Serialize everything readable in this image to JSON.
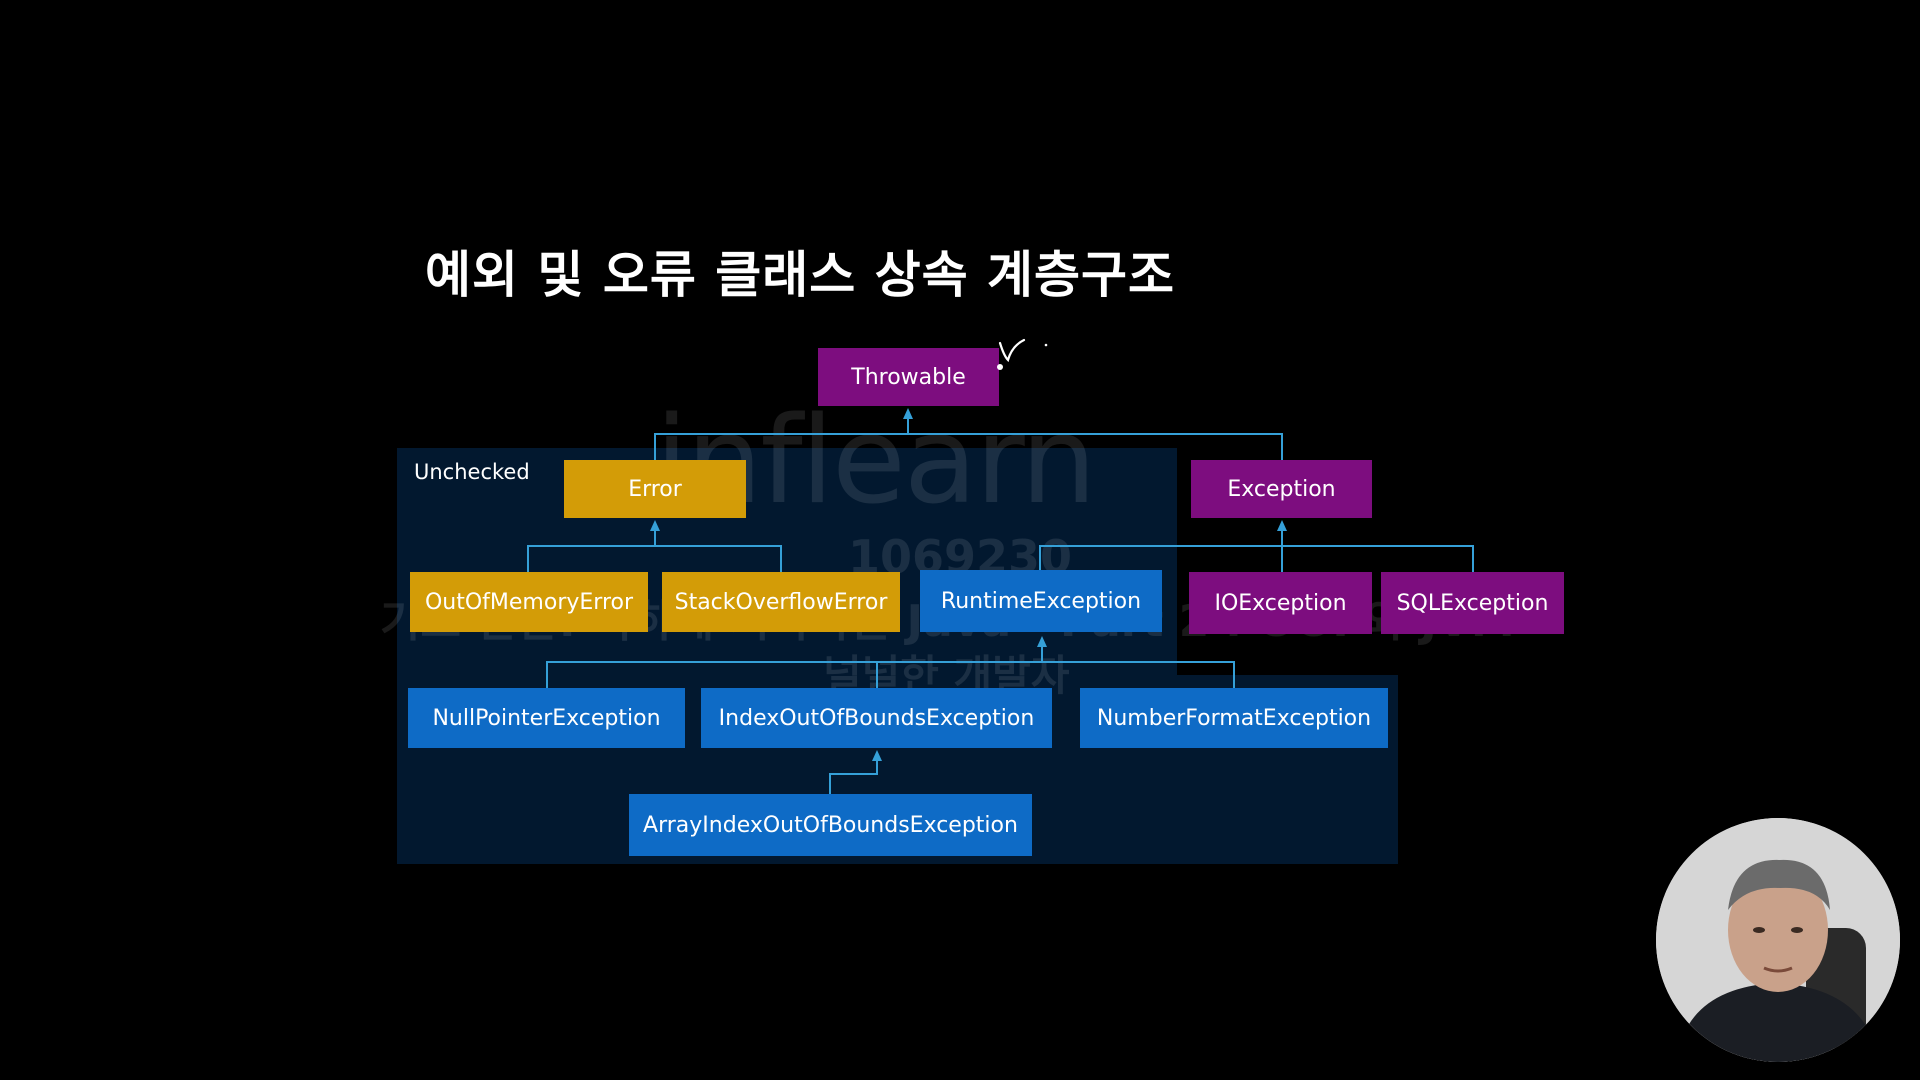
{
  "slide": {
    "title": "예외 및 오류 클래스 상속 계층구조",
    "region_label": "Unchecked"
  },
  "nodes": {
    "throwable": "Throwable",
    "error": "Error",
    "exception": "Exception",
    "out_of_memory_error": "OutOfMemoryError",
    "stack_overflow_error": "StackOverflowError",
    "runtime_exception": "RuntimeException",
    "io_exception": "IOException",
    "sql_exception": "SQLException",
    "null_pointer_exception": "NullPointerException",
    "index_out_of_bounds_exception": "IndexOutOfBoundsException",
    "number_format_exception": "NumberFormatException",
    "array_index_out_of_bounds_exception": "ArrayIndexOutOfBoundsException"
  },
  "watermark": {
    "logo": "inflearn",
    "id": "1069230",
    "course": "기초 탄탄! 독하게 시작하는 Java - Part 2 : OOP와 JVM",
    "author": "널널한 개발자"
  },
  "colors": {
    "purple": "#7d0d7f",
    "gold": "#d39c07",
    "blue": "#0e6bc6",
    "connector": "#35a0d8",
    "unchecked_region": "#02182f"
  },
  "presenter": {
    "icon": "presenter-webcam"
  }
}
